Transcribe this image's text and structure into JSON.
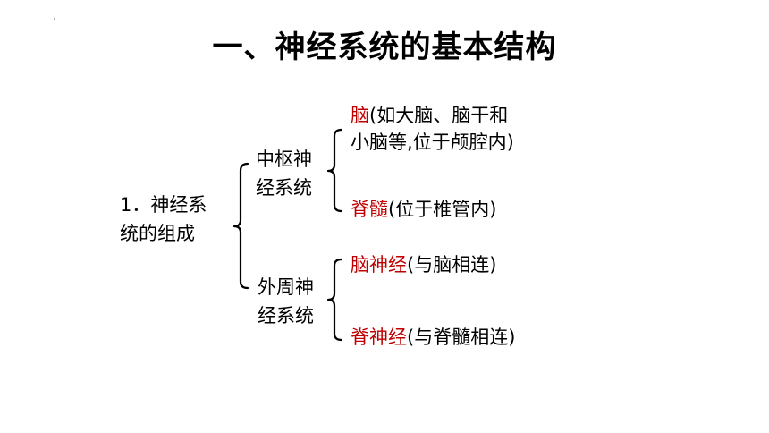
{
  "slide": {
    "title": "一、神经系统的基本结构",
    "root_label": {
      "line1": "1．神经系",
      "line2": "统的组成"
    },
    "central": {
      "label_line1": "中枢神",
      "label_line2": "经系统",
      "brain": {
        "term": "脑",
        "desc_line1": "(如大脑、脑干和",
        "desc_line2": "小脑等,位于颅腔内)"
      },
      "spinal_cord": {
        "term": "脊髓",
        "desc": "(位于椎管内)"
      }
    },
    "peripheral": {
      "label_line1": "外周神",
      "label_line2": "经系统",
      "cranial_nerves": {
        "term": "脑神经",
        "desc": "(与脑相连)"
      },
      "spinal_nerves": {
        "term": "脊神经",
        "desc": "(与脊髓相连)"
      }
    }
  },
  "colors": {
    "term_red": "#c00000",
    "text": "#000000"
  }
}
